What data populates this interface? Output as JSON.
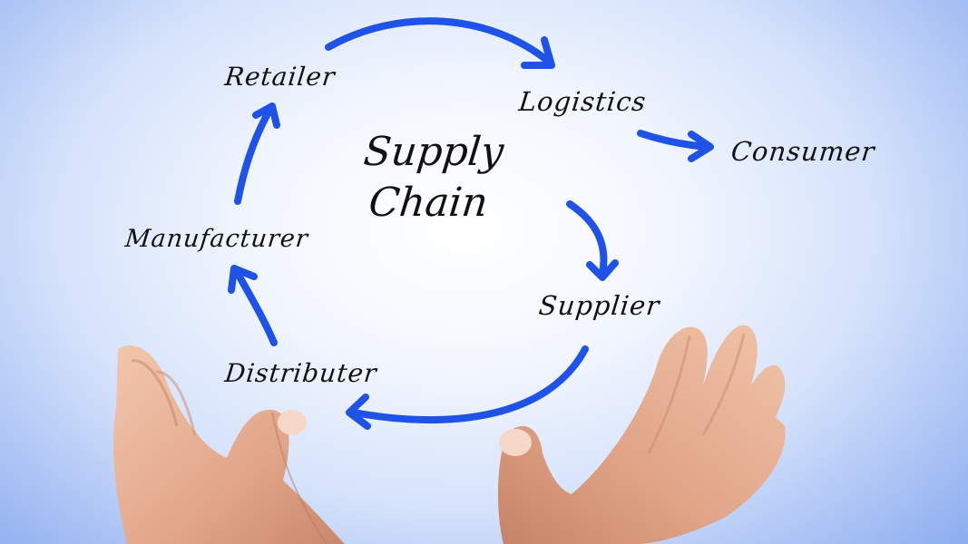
{
  "title": {
    "line1": "Supply",
    "line2": "Chain"
  },
  "nodes": {
    "retailer": "Retailer",
    "logistics": "Logistics",
    "consumer": "Consumer",
    "manufacturer": "Manufacturer",
    "supplier": "Supplier",
    "distributer": "Distributer"
  },
  "colors": {
    "arrow": "#1f52e6",
    "text": "#111111"
  }
}
